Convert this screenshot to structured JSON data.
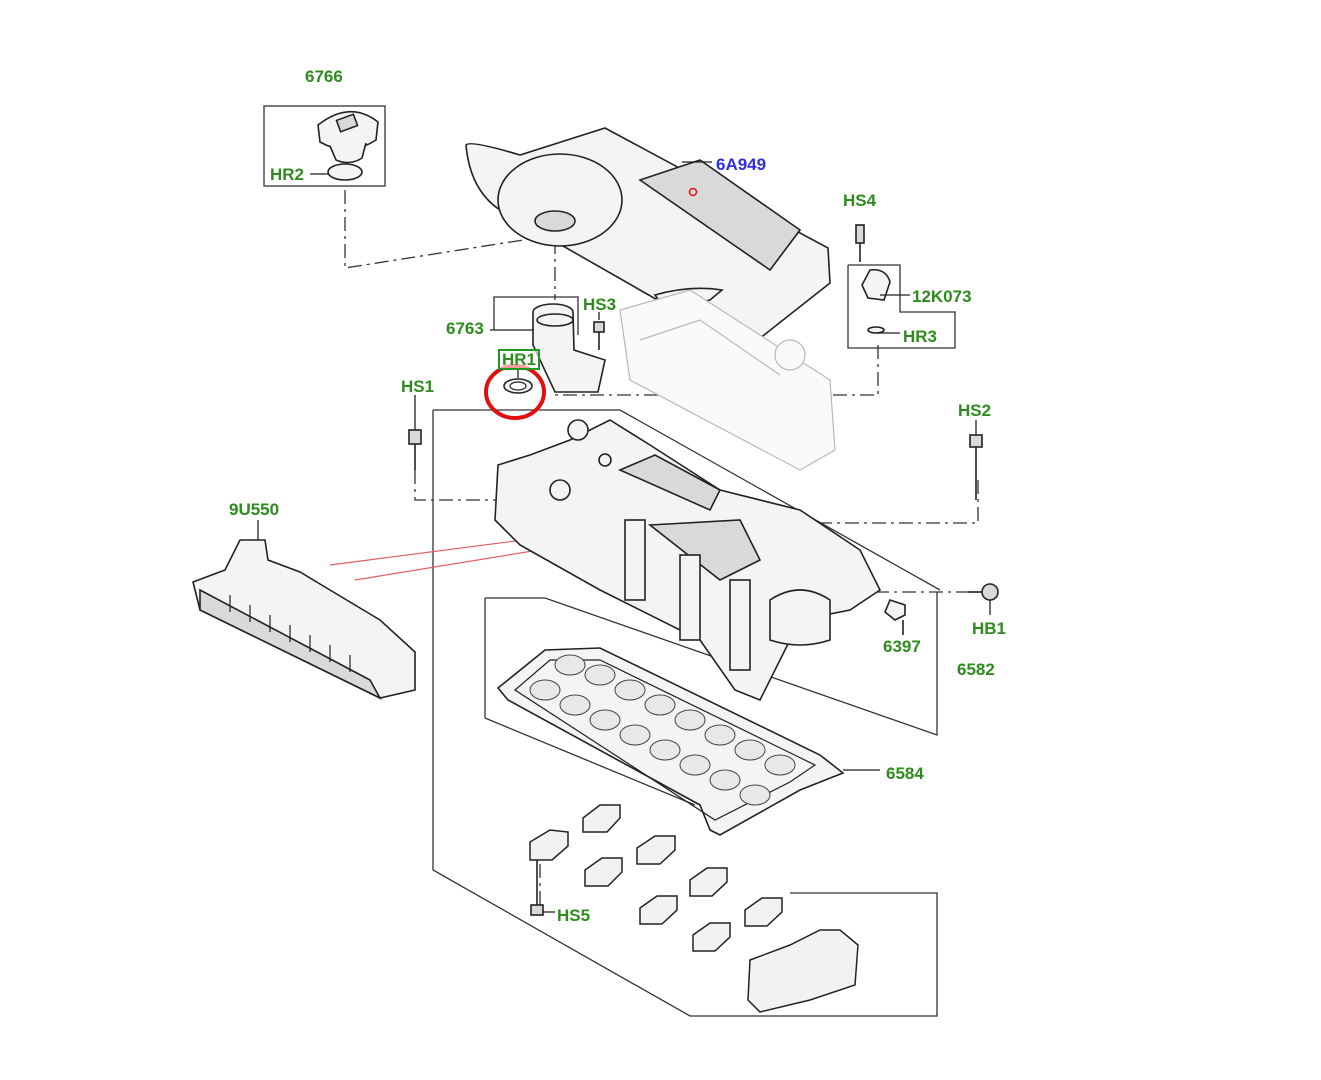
{
  "callouts": {
    "c6766": "6766",
    "c6A949": "6A949",
    "cHR2": "HR2",
    "cHS4": "HS4",
    "c12K073": "12K073",
    "cHR3": "HR3",
    "c6763": "6763",
    "cHS3": "HS3",
    "cHR1": "HR1",
    "cHS1": "HS1",
    "cHS2": "HS2",
    "c9U550": "9U550",
    "cHB1": "HB1",
    "c6397": "6397",
    "c6582": "6582",
    "c6584": "6584",
    "cHS5": "HS5"
  },
  "colors": {
    "callout_green": "#2e8b1e",
    "callout_blue": "#2f2fe0",
    "highlight_red": "#e01010",
    "hr1_box": "#1f9a1f"
  },
  "highlight": {
    "target": "HR1",
    "shape": "circle"
  }
}
